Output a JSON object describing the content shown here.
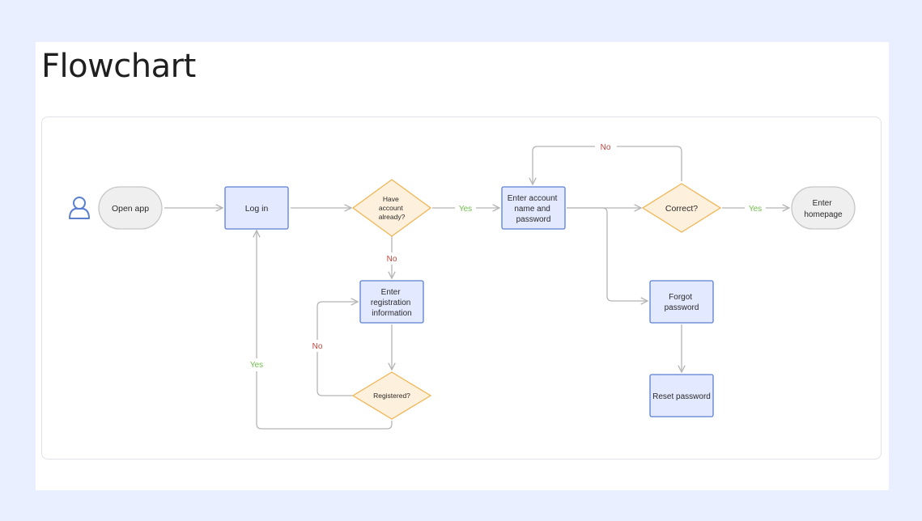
{
  "page": {
    "title": "Flowchart"
  },
  "diagram": {
    "start": {
      "label": "Open app"
    },
    "login": {
      "label": "Log in"
    },
    "have_account": {
      "lines": [
        "Have",
        "account",
        "already?"
      ]
    },
    "enter_account": {
      "lines": [
        "Enter account",
        "name and",
        "password"
      ]
    },
    "correct": {
      "label": "Correct?"
    },
    "enter_homepage": {
      "lines": [
        "Enter",
        "homepage"
      ]
    },
    "enter_registration": {
      "lines": [
        "Enter",
        "registration",
        "information"
      ]
    },
    "registered": {
      "label": "Registered?"
    },
    "forgot_password": {
      "lines": [
        "Forgot",
        "password"
      ]
    },
    "reset_password": {
      "label": "Reset password"
    },
    "edge_labels": {
      "have_account_yes": "Yes",
      "have_account_no": "No",
      "correct_yes": "Yes",
      "correct_no": "No",
      "registered_no": "No",
      "registered_yes": "Yes"
    }
  },
  "colors": {
    "process_fill": "#e3e9ff",
    "process_stroke": "#5b7fd0",
    "decision_fill": "#fdf0dc",
    "decision_stroke": "#f0b554",
    "terminal_fill": "#efefef",
    "terminal_stroke": "#c6c6c6",
    "connector": "#b5b5b5",
    "user_icon": "#5b7fd0"
  }
}
